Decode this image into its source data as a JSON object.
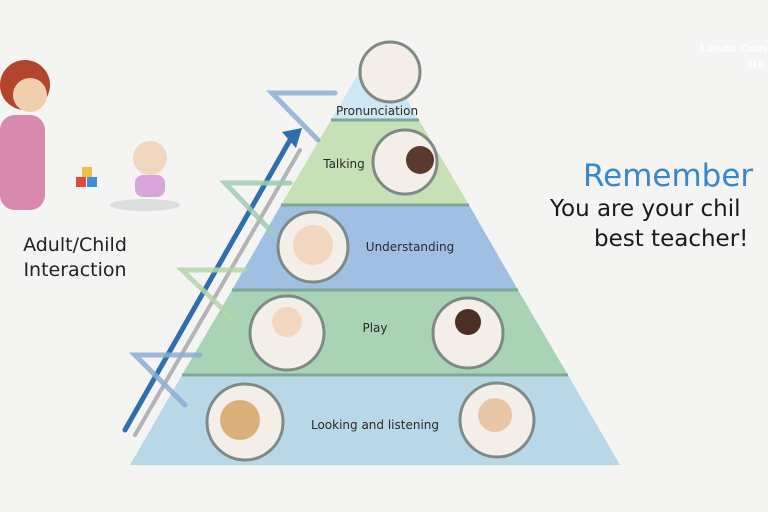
{
  "watermark": {
    "line1": "Leeds Com",
    "line2": "He"
  },
  "left_caption": {
    "line1": "Adult/Child",
    "line2": "Interaction"
  },
  "message": {
    "heading": "Remember",
    "line1": "You are your chil",
    "line2": "best teacher!"
  },
  "pyramid": {
    "levels": [
      {
        "label": "Pronunciation",
        "color": "#cfe7f3"
      },
      {
        "label": "Talking",
        "color": "#c8e0b6"
      },
      {
        "label": "Understanding",
        "color": "#9fc0e3"
      },
      {
        "label": "Play",
        "color": "#a9d3b5"
      },
      {
        "label": "Looking and listening",
        "color": "#b9d8e7"
      }
    ]
  },
  "colors": {
    "accent": "#3a88c8",
    "arrow": "#2f6fae"
  }
}
